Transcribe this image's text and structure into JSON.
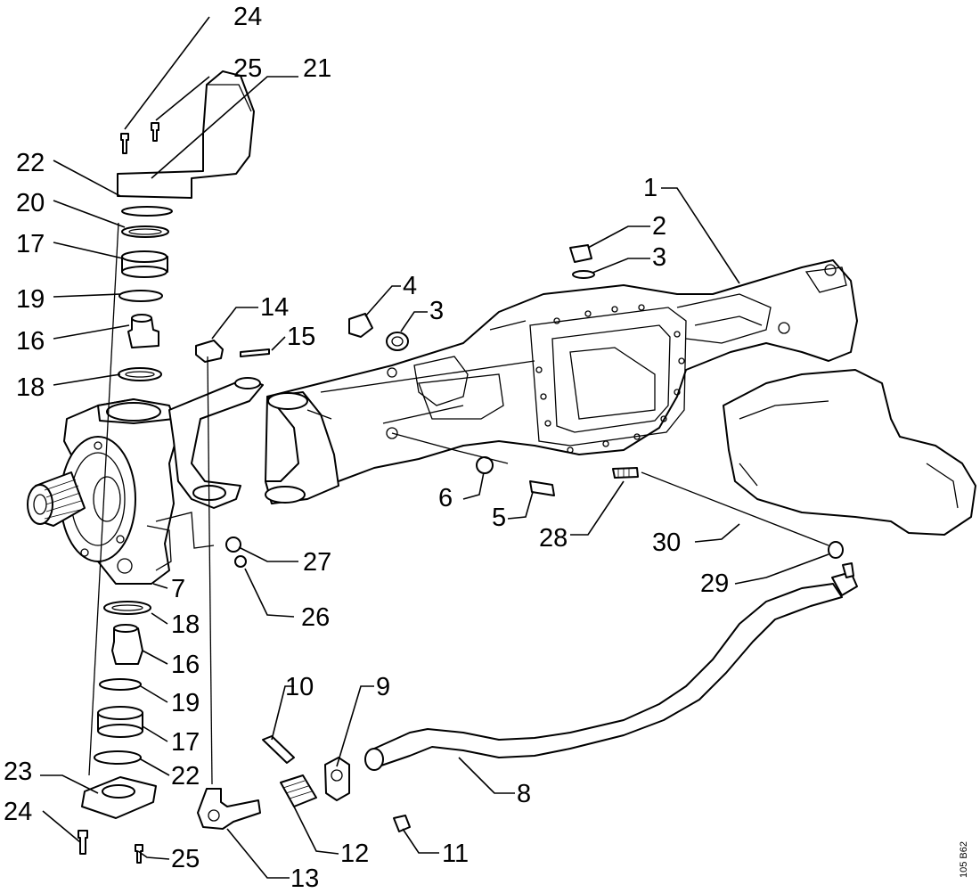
{
  "diagram": {
    "labels": [
      {
        "id": "l24a",
        "text": "24"
      },
      {
        "id": "l25a",
        "text": "25"
      },
      {
        "id": "l21",
        "text": "21"
      },
      {
        "id": "l22a",
        "text": "22"
      },
      {
        "id": "l20",
        "text": "20"
      },
      {
        "id": "l17a",
        "text": "17"
      },
      {
        "id": "l19a",
        "text": "19"
      },
      {
        "id": "l16a",
        "text": "16"
      },
      {
        "id": "l18a",
        "text": "18"
      },
      {
        "id": "l14",
        "text": "14"
      },
      {
        "id": "l15",
        "text": "15"
      },
      {
        "id": "l4",
        "text": "4"
      },
      {
        "id": "l3a",
        "text": "3"
      },
      {
        "id": "l2",
        "text": "2"
      },
      {
        "id": "l3b",
        "text": "3"
      },
      {
        "id": "l1",
        "text": "1"
      },
      {
        "id": "l6",
        "text": "6"
      },
      {
        "id": "l5",
        "text": "5"
      },
      {
        "id": "l28",
        "text": "28"
      },
      {
        "id": "l30",
        "text": "30"
      },
      {
        "id": "l29",
        "text": "29"
      },
      {
        "id": "l27",
        "text": "27"
      },
      {
        "id": "l26",
        "text": "26"
      },
      {
        "id": "l7",
        "text": "7"
      },
      {
        "id": "l18b",
        "text": "18"
      },
      {
        "id": "l16b",
        "text": "16"
      },
      {
        "id": "l19b",
        "text": "19"
      },
      {
        "id": "l17b",
        "text": "17"
      },
      {
        "id": "l22b",
        "text": "22"
      },
      {
        "id": "l23",
        "text": "23"
      },
      {
        "id": "l24b",
        "text": "24"
      },
      {
        "id": "l25b",
        "text": "25"
      },
      {
        "id": "l10",
        "text": "10"
      },
      {
        "id": "l9",
        "text": "9"
      },
      {
        "id": "l8",
        "text": "8"
      },
      {
        "id": "l11",
        "text": "11"
      },
      {
        "id": "l12",
        "text": "12"
      },
      {
        "id": "l13",
        "text": "13"
      }
    ],
    "drawing_code": "105 B62"
  }
}
